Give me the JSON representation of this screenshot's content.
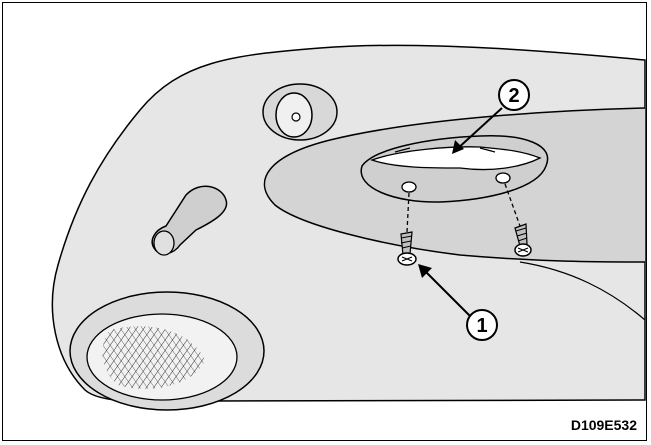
{
  "figure": {
    "id": "D109E532",
    "callouts": [
      {
        "number": "1"
      },
      {
        "number": "2"
      }
    ]
  }
}
